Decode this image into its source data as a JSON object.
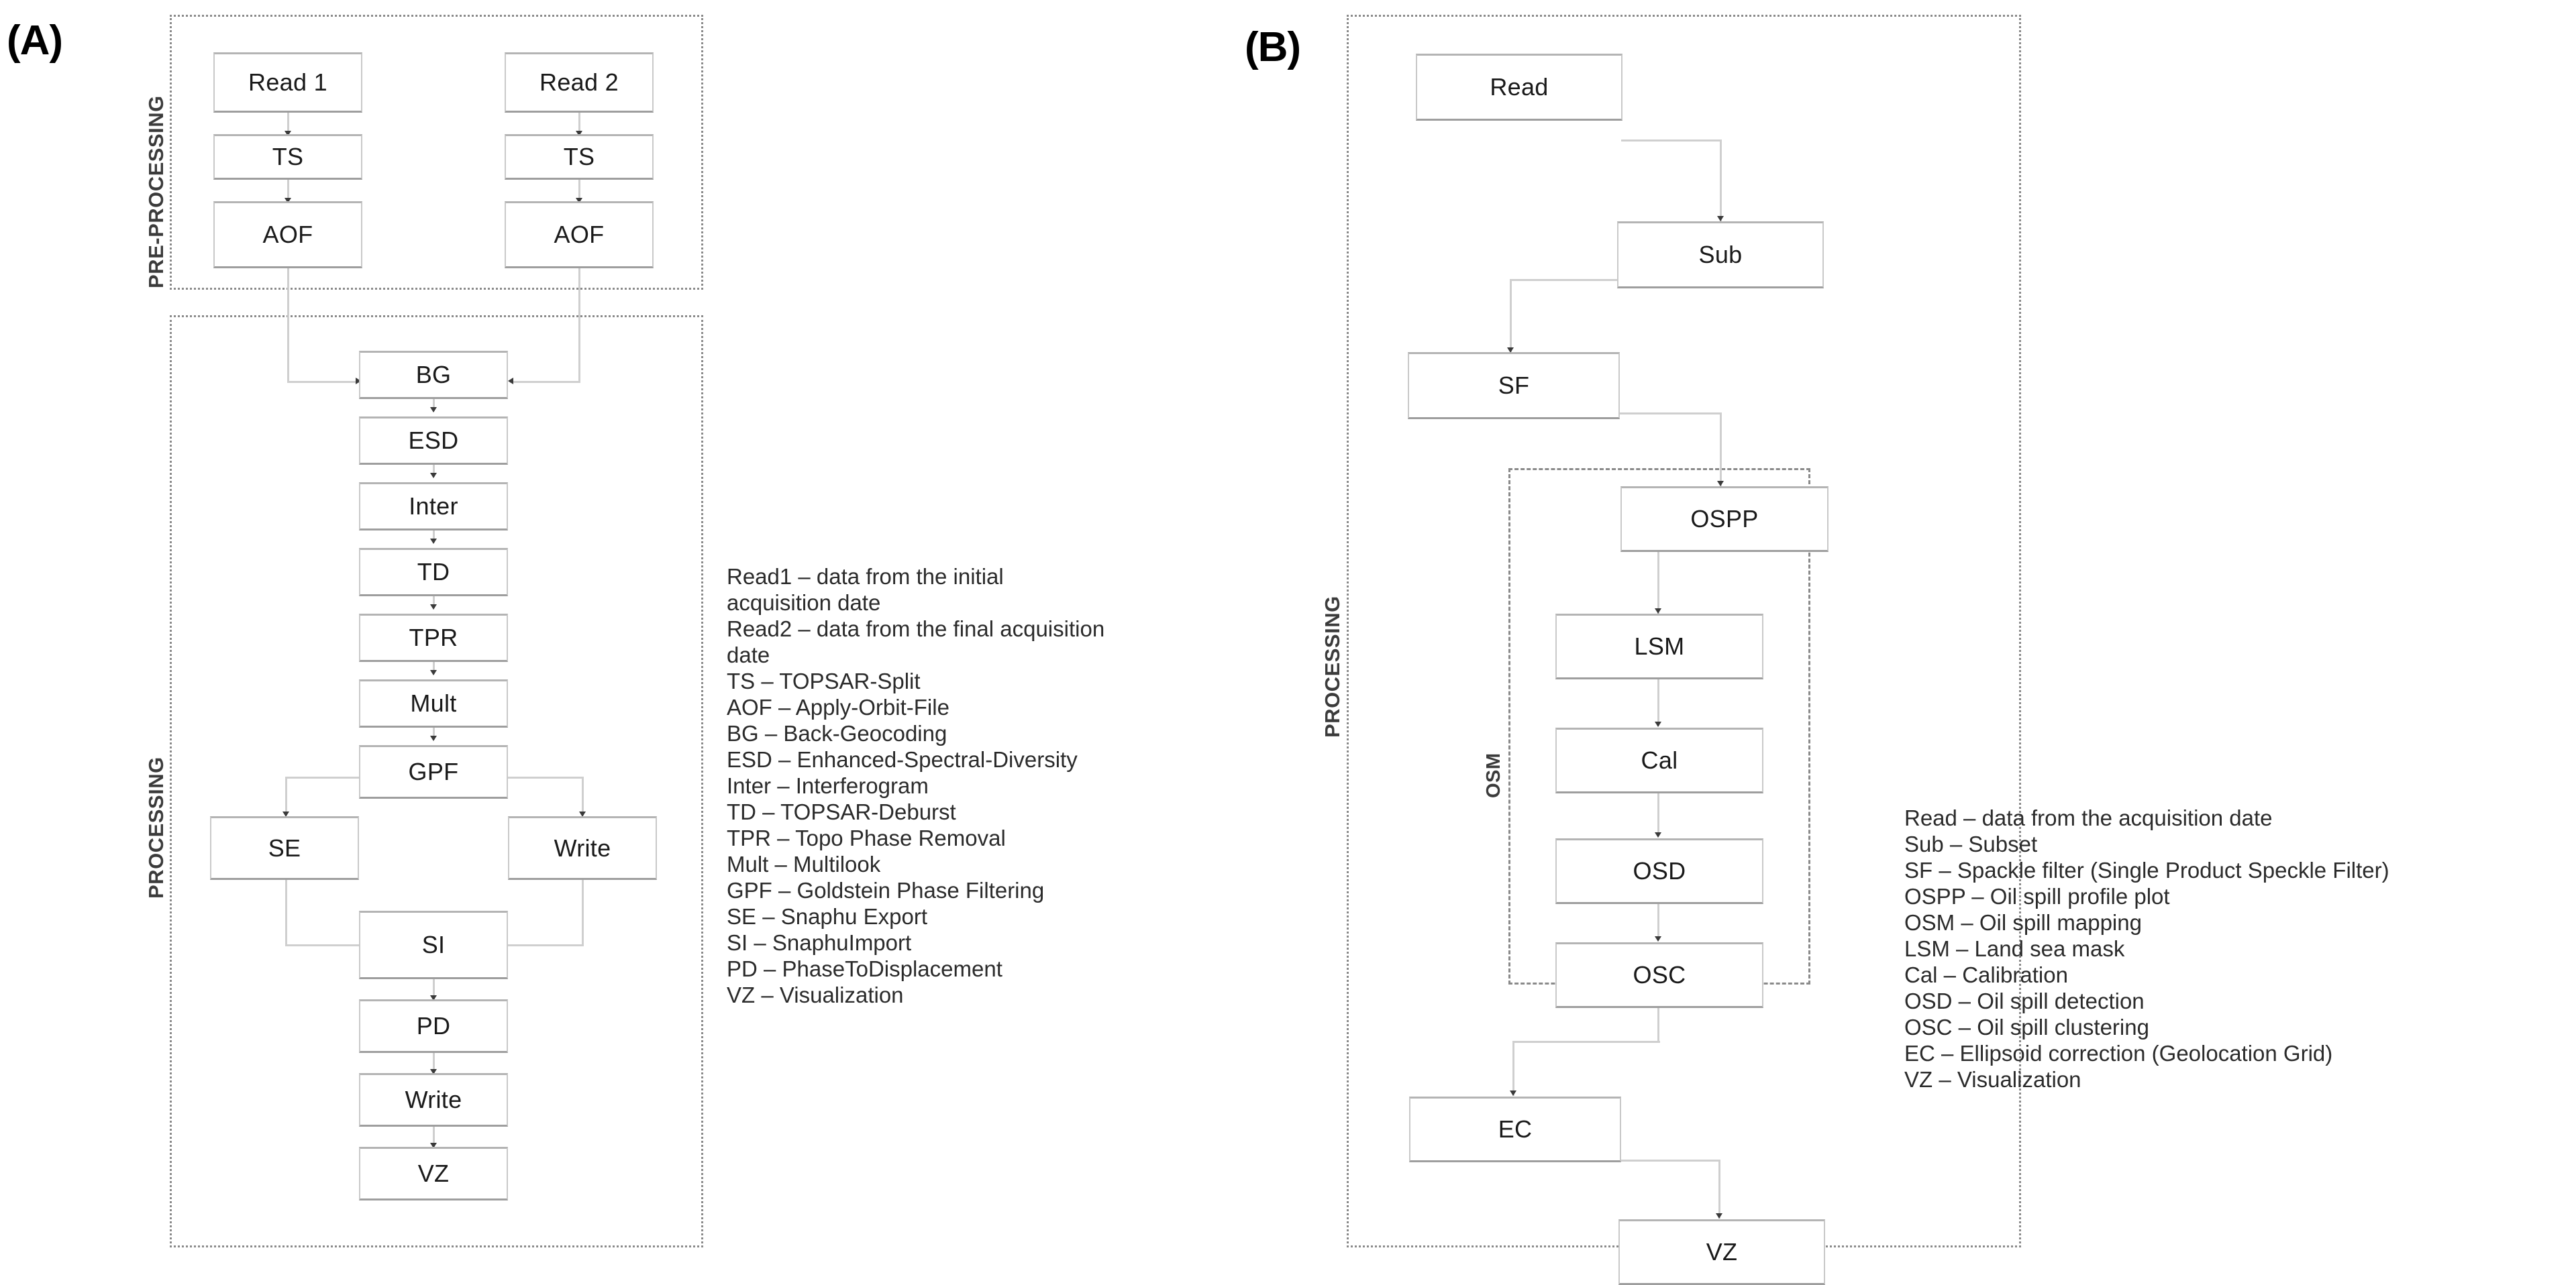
{
  "figure": {
    "panels": [
      {
        "id": "A",
        "letter": "(A)",
        "sections": [
          {
            "caption": "PRE-PROCESSING"
          },
          {
            "caption": "PROCESSING"
          }
        ],
        "nodes": [
          {
            "key": "read1",
            "label": "Read 1"
          },
          {
            "key": "read2",
            "label": "Read 2"
          },
          {
            "key": "ts1",
            "label": "TS"
          },
          {
            "key": "ts2",
            "label": "TS"
          },
          {
            "key": "aof1",
            "label": "AOF"
          },
          {
            "key": "aof2",
            "label": "AOF"
          },
          {
            "key": "bg",
            "label": "BG"
          },
          {
            "key": "esd",
            "label": "ESD"
          },
          {
            "key": "inter",
            "label": "Inter"
          },
          {
            "key": "td",
            "label": "TD"
          },
          {
            "key": "tpr",
            "label": "TPR"
          },
          {
            "key": "mult",
            "label": "Mult"
          },
          {
            "key": "gpf",
            "label": "GPF"
          },
          {
            "key": "se",
            "label": "SE"
          },
          {
            "key": "writeR",
            "label": "Write"
          },
          {
            "key": "si",
            "label": "SI"
          },
          {
            "key": "pd",
            "label": "PD"
          },
          {
            "key": "write2",
            "label": "Write"
          },
          {
            "key": "vz",
            "label": "VZ"
          }
        ],
        "legend": [
          "Read1 – data from the initial",
          "acquisition date",
          "Read2 – data from the final acquisition",
          "date",
          "TS – TOPSAR-Split",
          "AOF – Apply-Orbit-File",
          "BG – Back-Geocoding",
          "ESD – Enhanced-Spectral-Diversity",
          "Inter – Interferogram",
          "TD – TOPSAR-Deburst",
          "TPR – Topo Phase Removal",
          "Mult – Multilook",
          "GPF – Goldstein Phase Filtering",
          "SE – Snaphu Export",
          "SI – SnaphuImport",
          "PD – PhaseToDisplacement",
          "VZ – Visualization"
        ]
      },
      {
        "id": "B",
        "letter": "(B)",
        "sections": [
          {
            "caption": "PROCESSING"
          },
          {
            "caption": "OSM"
          }
        ],
        "nodes": [
          {
            "key": "read",
            "label": "Read"
          },
          {
            "key": "sub",
            "label": "Sub"
          },
          {
            "key": "sf",
            "label": "SF"
          },
          {
            "key": "ospp",
            "label": "OSPP"
          },
          {
            "key": "lsm",
            "label": "LSM"
          },
          {
            "key": "cal",
            "label": "Cal"
          },
          {
            "key": "osd",
            "label": "OSD"
          },
          {
            "key": "osc",
            "label": "OSC"
          },
          {
            "key": "ec",
            "label": "EC"
          },
          {
            "key": "vz",
            "label": "VZ"
          }
        ],
        "legend": [
          "Read – data from the acquisition date",
          "Sub – Subset",
          "SF – Spackle filter (Single Product Speckle Filter)",
          "OSPP – Oil spill profile plot",
          "OSM – Oil spill mapping",
          "LSM – Land sea mask",
          "Cal – Calibration",
          "OSD – Oil spill detection",
          "OSC – Oil spill clustering",
          "EC – Ellipsoid correction (Geolocation Grid)",
          "VZ – Visualization"
        ]
      }
    ],
    "colors": {
      "node_border": "#c9c9c9",
      "frame_border": "#8a8a8a",
      "connector": "#cfcfcf",
      "text": "#231f20"
    }
  }
}
